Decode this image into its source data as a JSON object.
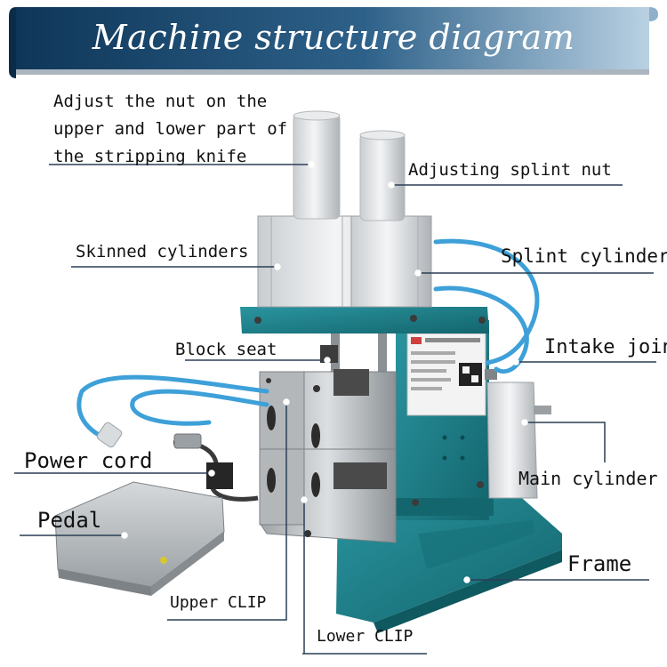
{
  "header": {
    "title": "Machine structure diagram"
  },
  "callouts": {
    "adjust_nut": "Adjust the nut on the upper and lower part of the stripping knife",
    "adjusting_splint_nut": "Adjusting splint nut",
    "skinned_cylinders": "Skinned cylinders",
    "splint_cylinder": "Splint cylinder",
    "block_seat": "Block seat",
    "intake_joint": "Intake joint",
    "power_cord": "Power cord",
    "main_cylinder": "Main cylinder",
    "pedal": "Pedal",
    "frame": "Frame",
    "upper_clip": "Upper CLIP",
    "lower_clip": "Lower CLIP"
  },
  "colors": {
    "banner_dark": "#123f63",
    "banner_light": "#a9c6dd",
    "machine_teal": "#1e7f88",
    "hose_blue": "#3ea0d8",
    "leader_line": "#2a3f55"
  }
}
